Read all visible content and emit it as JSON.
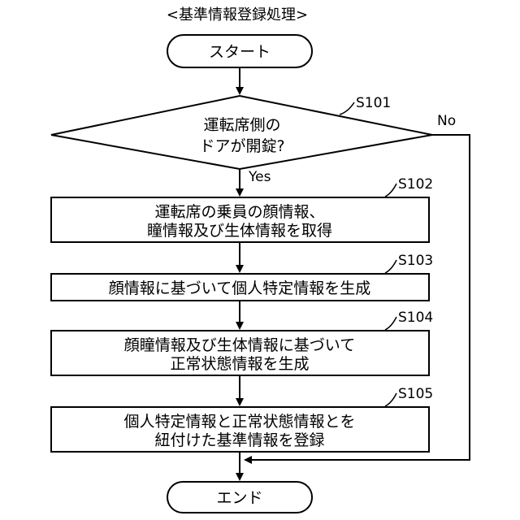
{
  "title": "<基準情報登録処理>",
  "start": "スタート",
  "end": "エンド",
  "decision": {
    "step": "S101",
    "line1": "運転席側の",
    "line2": "ドアが開錠?",
    "yes": "Yes",
    "no": "No"
  },
  "steps": [
    {
      "id": "S102",
      "line1": "運転席の乗員の顔情報、",
      "line2": "瞳情報及び生体情報を取得"
    },
    {
      "id": "S103",
      "line1": "顔情報に基づいて個人特定情報を生成"
    },
    {
      "id": "S104",
      "line1": "顔瞳情報及び生体情報に基づいて",
      "line2": "正常状態情報を生成"
    },
    {
      "id": "S105",
      "line1": "個人特定情報と正常状態情報とを",
      "line2": "紐付けた基準情報を登録"
    }
  ]
}
